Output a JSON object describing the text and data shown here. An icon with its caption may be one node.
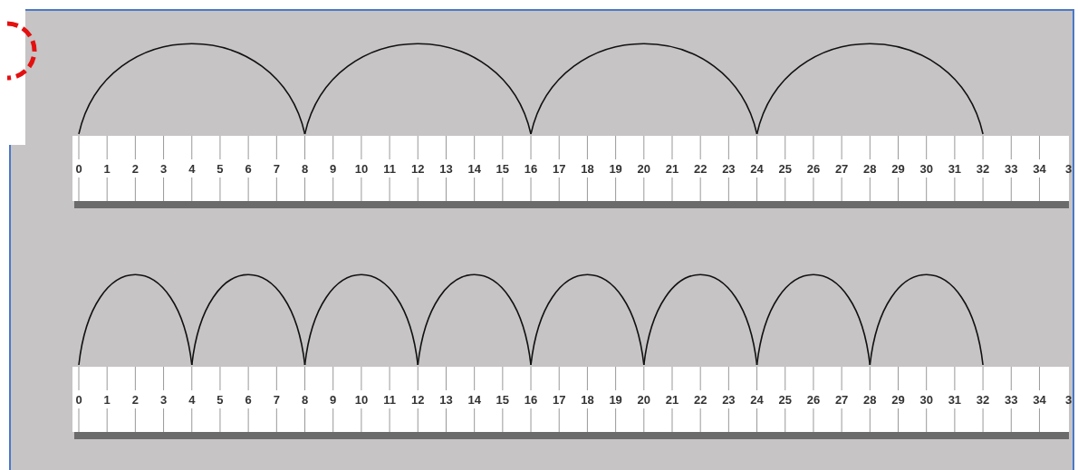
{
  "diagram": {
    "labels": [
      "0",
      "1",
      "2",
      "3",
      "4",
      "5",
      "6",
      "7",
      "8",
      "9",
      "10",
      "11",
      "12",
      "13",
      "14",
      "15",
      "16",
      "17",
      "18",
      "19",
      "20",
      "21",
      "22",
      "23",
      "24",
      "25",
      "26",
      "27",
      "28",
      "29",
      "30",
      "31",
      "32",
      "33",
      "34",
      "3",
      "0",
      "1",
      "2",
      "3",
      "4",
      "5",
      "6",
      "7",
      "8",
      "9",
      "10",
      "11",
      "12",
      "13",
      "14",
      "15",
      "16",
      "17",
      "18",
      "19",
      "20",
      "21",
      "22",
      "23",
      "24",
      "25",
      "26",
      "27",
      "28",
      "29",
      "30",
      "31",
      "32",
      "33",
      "34",
      "3"
    ]
  }
}
